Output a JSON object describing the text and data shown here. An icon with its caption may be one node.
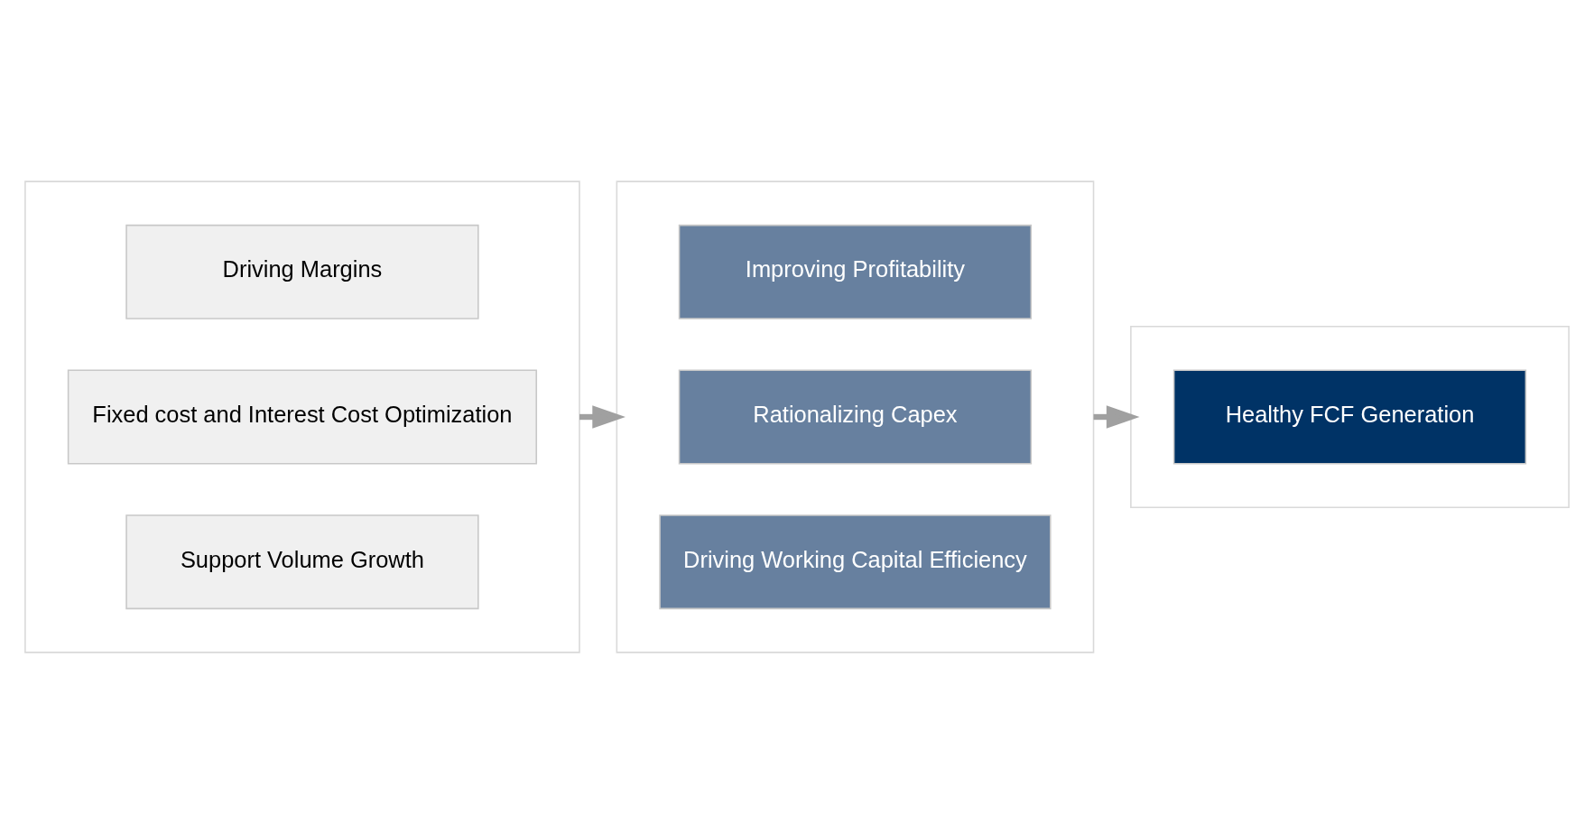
{
  "diagram": {
    "nodes": [
      {
        "text": [],
        "shape": "box"
      },
      {
        "text": [
          "Driving Margins"
        ],
        "in": 0
      },
      {
        "text": [
          "Fixed cost and Interest Cost Optimization"
        ],
        "in": 0
      },
      {
        "text": [
          "Support Volume Growth"
        ],
        "in": 0
      },
      {
        "text": [],
        "shape": "box"
      },
      {
        "text": [
          "Improving Profitability"
        ],
        "in": 4
      },
      {
        "text": [
          "Rationalizing Capex"
        ],
        "in": 4
      },
      {
        "text": [
          "Driving Working Capital Efficiency"
        ],
        "in": 4
      },
      {
        "text": [],
        "shape": "box"
      },
      {
        "text": [
          "Healthy FCF Generation"
        ],
        "in": 8
      }
    ],
    "edges": [
      {
        "from": 0,
        "to": 4,
        "arrow": "to"
      },
      {
        "from": 4,
        "to": 8,
        "arrow": "to"
      }
    ]
  }
}
